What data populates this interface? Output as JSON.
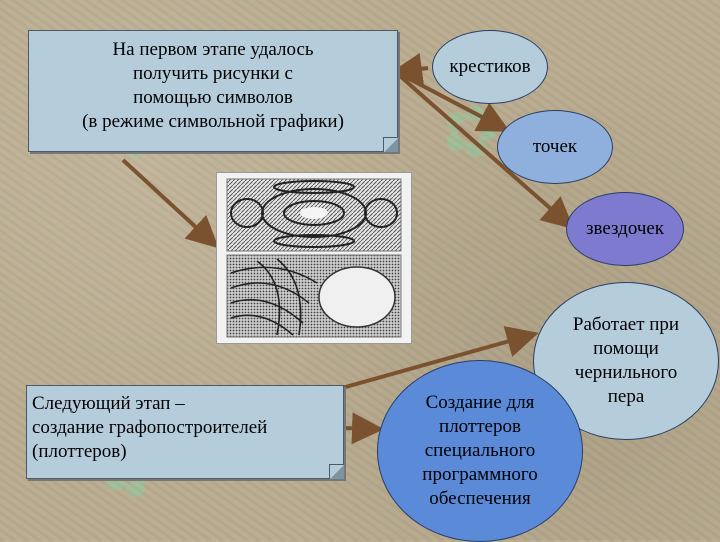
{
  "top_note": {
    "lines": [
      "На первом этапе удалось",
      "получить рисунки с",
      "помощью символов",
      "(в режиме символьной графики)"
    ]
  },
  "ellipses": {
    "krestikov": "крестиков",
    "tochek": "точек",
    "zvezdochek": "звездочек",
    "pero": [
      "Работает при",
      "помощи",
      "чернильного",
      "пера"
    ],
    "software": [
      "Создание для",
      "плоттеров",
      "специального",
      "программного",
      "обеспечения"
    ]
  },
  "bottom_note": {
    "lines": [
      "Следующий этап –",
      "создание графопостроителей",
      "(плоттеров)"
    ]
  },
  "colors": {
    "note_fill": "#b5ccdb",
    "arrow": "#7a5230",
    "ellipse_dots": "#8fb0dc",
    "ellipse_stars": "#7e7ad0",
    "ellipse_software": "#5a8ad8"
  }
}
